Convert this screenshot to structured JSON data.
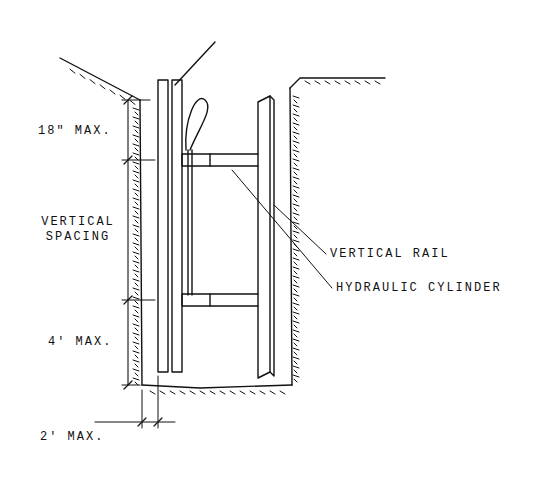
{
  "diagram": {
    "labels": [
      "18\" MAX.",
      "VERTICAL SPACING",
      "4' MAX.",
      "2' MAX.",
      "VERTICAL RAIL",
      "HYDRAULIC CYLINDER"
    ]
  }
}
